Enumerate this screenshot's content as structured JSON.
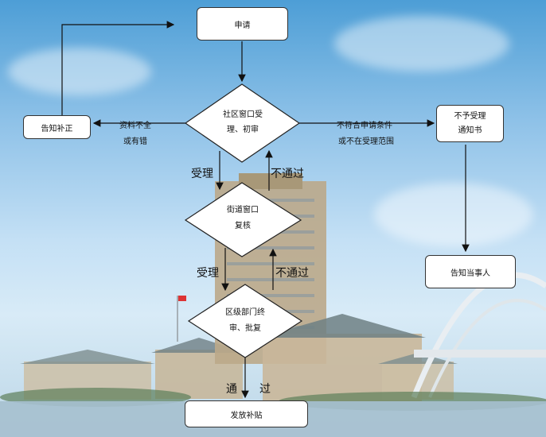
{
  "nodes": {
    "apply": "申请",
    "community_review_line1": "社区窗口受",
    "community_review_line2": "理、初审",
    "notify_correction": "告知补正",
    "reject_notice_line1": "不予受理",
    "reject_notice_line2": "通知书",
    "street_review_line1": "街道窗口",
    "street_review_line2": "复核",
    "district_review_line1": "区级部门终",
    "district_review_line2": "审、批复",
    "inform_party": "告知当事人",
    "issue_subsidy": "发放补贴"
  },
  "edge_labels": {
    "incomplete_line1": "资料不全",
    "incomplete_line2": "或有错",
    "nonconform_line1": "不符合申请条件",
    "nonconform_line2": "或不在受理范围",
    "accept_1": "受理",
    "reject_1": "不通过",
    "accept_2": "受理",
    "reject_2": "不通过",
    "pass_1": "通",
    "pass_2": "过"
  },
  "background": {
    "sky_color": "#7fb7e3",
    "building_color": "#b9a88c",
    "water_color": "#9fb9c9"
  }
}
